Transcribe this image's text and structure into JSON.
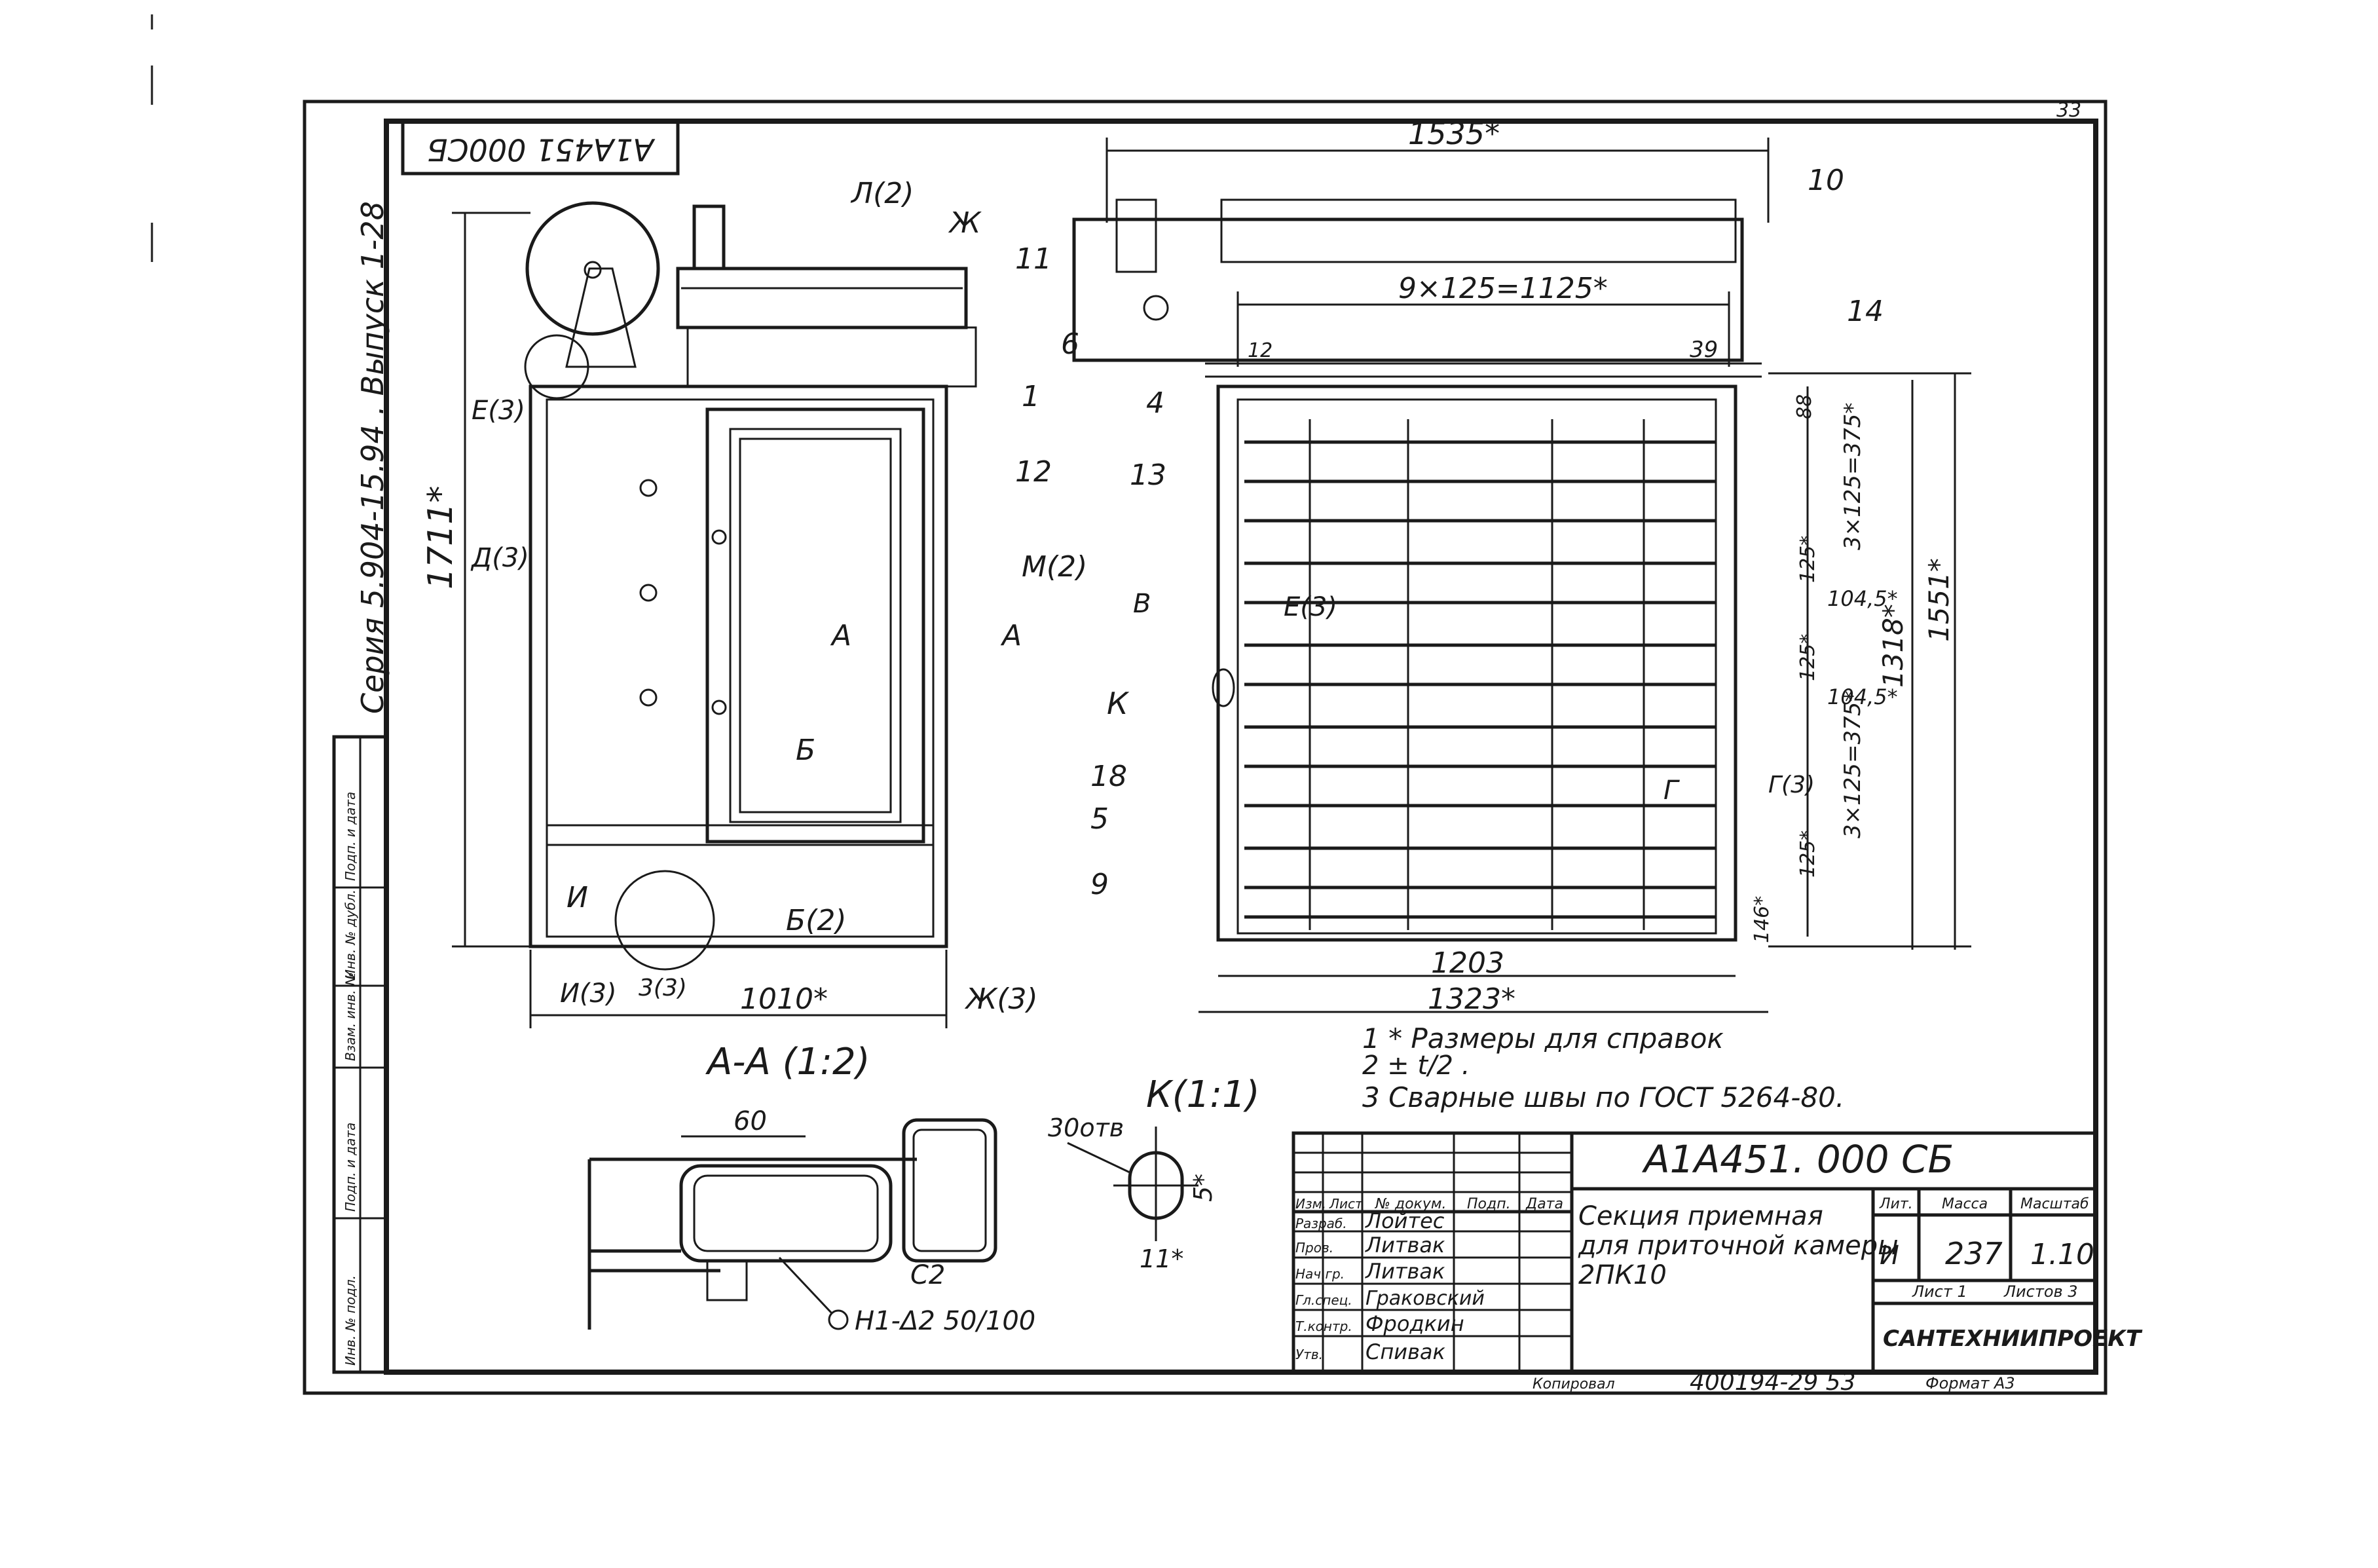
{
  "stamp": {
    "doc_code_inverted": "А1А451 000СБ",
    "sheet_number": "33"
  },
  "side_strip": {
    "series": "Серия  5.904-15.94 . Выпуск 1-28"
  },
  "left_margin_table": [
    "Инв. № подл.",
    "Подп. и дата",
    "Взам. инв. №",
    "Инв. № дубл.",
    "Подп. и дата"
  ],
  "left_view": {
    "dims": {
      "height": "1711*",
      "width": "1010*"
    },
    "callouts": [
      "Л(2)",
      "Ж",
      "11",
      "1",
      "12",
      "М(2)",
      "А",
      "А",
      "Б",
      "Б(2)",
      "Е(3)",
      "Д(3)",
      "И",
      "И(3)",
      "3(3)",
      "Ж(3)"
    ]
  },
  "right_view": {
    "dims": {
      "overall_top": "1535*",
      "pitch_top": "9×125=1125*",
      "small_a": "12",
      "small_b": "39",
      "right_top": "88",
      "right_1": "3×125=375*",
      "right_2": "125*",
      "right_3": "104,5*",
      "right_4": "125*",
      "right_5": "104,5*",
      "right_6": "3×125=375*",
      "right_7": "125*",
      "right_8": "146*",
      "inner_height": "1318*",
      "outer_height": "1551*",
      "bottom_inner": "1203",
      "bottom_outer": "1323*"
    },
    "callouts": [
      "10",
      "6",
      "14",
      "4",
      "13",
      "В",
      "Е(3)",
      "К",
      "18",
      "5",
      "9",
      "Г",
      "Г(3)"
    ]
  },
  "notes": [
    "1 * Размеры для справок",
    "2 ±  t/2 .",
    "3 Сварные швы по ГОСТ 5264-80."
  ],
  "section_aa": {
    "title": "А-А (1:2)",
    "dim": "60",
    "weld": "С2",
    "callout": "Н1-Δ2 50/100"
  },
  "detail_k": {
    "title": "К(1:1)",
    "holes": "30отв",
    "dim_w": "11*",
    "dim_h": "5*"
  },
  "title_block": {
    "designation": "А1А451. 000 СБ",
    "name_lines": [
      "Секция приемная",
      "для приточной камеры",
      "2ПК10"
    ],
    "col_headers": [
      "Изм.",
      "Лист",
      "№ докум.",
      "Подп.",
      "Дата"
    ],
    "roles": [
      {
        "role": "Разраб.",
        "name": "Лойтес"
      },
      {
        "role": "Пров.",
        "name": "Литвак"
      },
      {
        "role": "Нач.гр.",
        "name": "Литвак"
      },
      {
        "role": "Гл.спец.",
        "name": "Граковский"
      },
      {
        "role": "Т.контр.",
        "name": "Фродкин"
      },
      {
        "role": "Утв.",
        "name": "Спивак"
      }
    ],
    "lit_header": "Лит.",
    "mass_header": "Масса",
    "scale_header": "Масштаб",
    "lit": "И",
    "mass": "237",
    "scale": "1.10",
    "sheet_label": "Лист 1",
    "sheets_label": "Листов 3",
    "org": "САНТЕХНИИПРОЕКТ"
  },
  "footer": {
    "copied": "Копировал",
    "order": "400194-29  53",
    "format": "Формат  А3"
  }
}
